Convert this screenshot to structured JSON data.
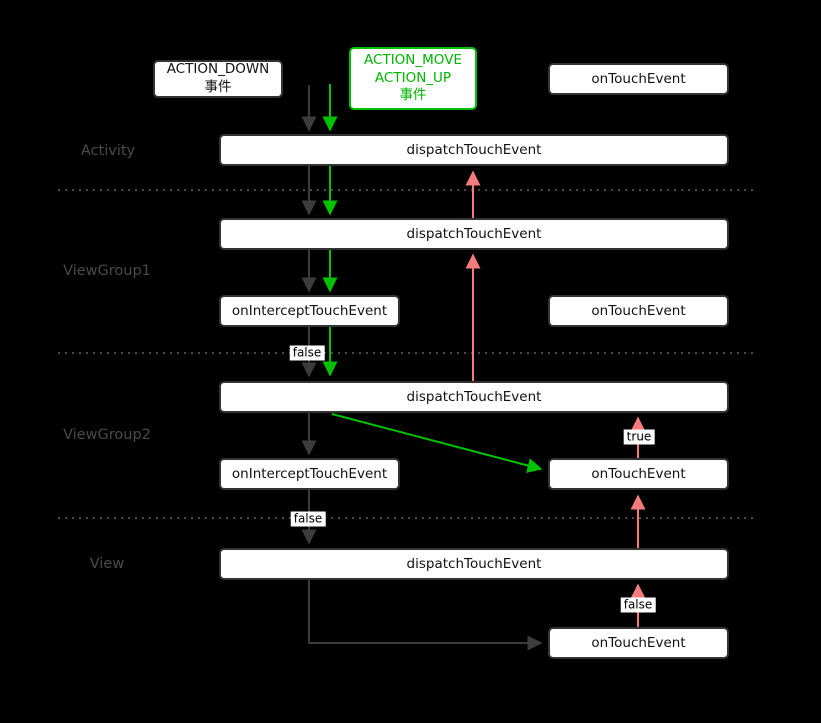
{
  "diagram": {
    "rows": [
      {
        "id": "activity",
        "label": "Activity"
      },
      {
        "id": "viewgroup1",
        "label": "ViewGroup1"
      },
      {
        "id": "viewgroup2",
        "label": "ViewGroup2"
      },
      {
        "id": "view",
        "label": "View"
      }
    ],
    "event_sources": {
      "action_down": {
        "lines": [
          "ACTION_DOWN",
          "事件"
        ]
      },
      "action_move_up": {
        "lines": [
          "ACTION_MOVE",
          "ACTION_UP",
          "事件"
        ]
      }
    },
    "boxes": {
      "top_ontouch": "onTouchEvent",
      "activity_dispatch": "dispatchTouchEvent",
      "vg1_dispatch": "dispatchTouchEvent",
      "vg1_intercept": "onInterceptTouchEvent",
      "vg1_ontouch": "onTouchEvent",
      "vg2_dispatch": "dispatchTouchEvent",
      "vg2_intercept": "onInterceptTouchEvent",
      "vg2_ontouch": "onTouchEvent",
      "view_dispatch": "dispatchTouchEvent",
      "view_ontouch": "onTouchEvent"
    },
    "edge_labels": {
      "vg1_intercept_false": "false",
      "vg2_intercept_false": "false",
      "vg2_ontouch_true": "true",
      "view_ontouch_false": "false"
    },
    "colors": {
      "background": "#000000",
      "box_background": "#ffffff",
      "box_border": "#333333",
      "box_text": "#111111",
      "green_accent": "#00c200",
      "red_accent": "#f47c7c",
      "gray_arrow": "#3c3c3c",
      "row_label_text": "#4a4a4a",
      "edge_label_bg": "#ffffff"
    }
  }
}
